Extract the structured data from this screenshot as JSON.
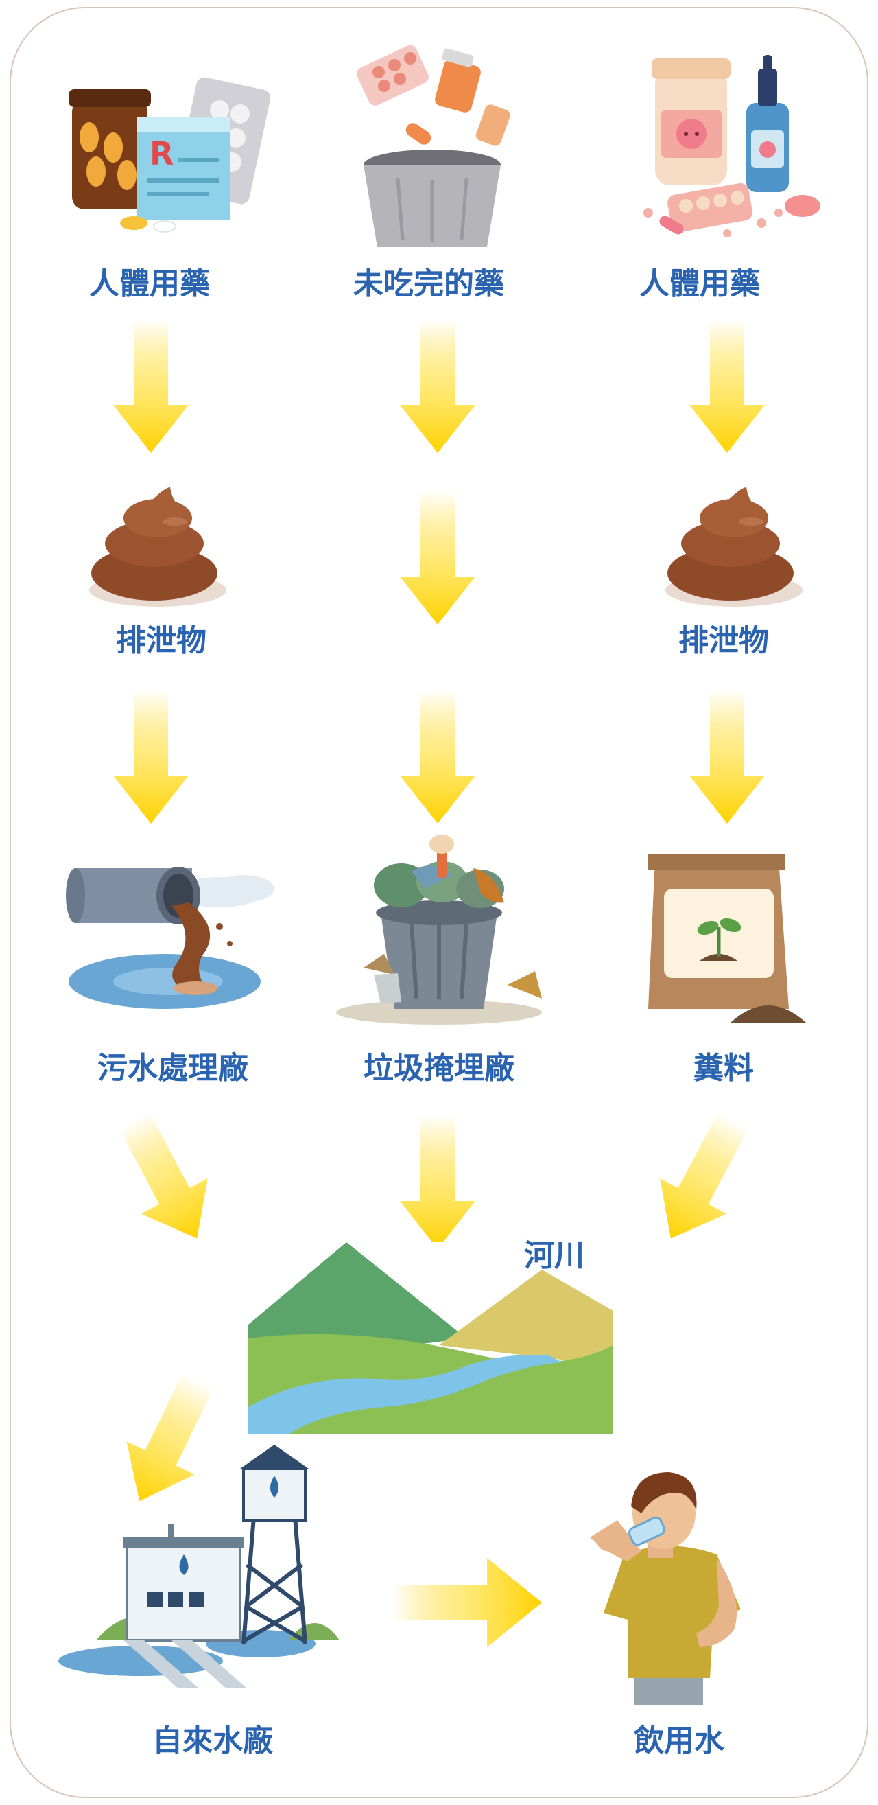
{
  "colors": {
    "label": "#2a63b0",
    "arrow": "#ffd200",
    "frame": "#d9c5b8"
  },
  "nodes": {
    "human_medicine_left": "人體用藥",
    "unused_medicine": "未吃完的藥",
    "human_medicine_right": "人體用藥",
    "excrement_left": "排泄物",
    "excrement_right": "排泄物",
    "sewage_plant": "污水處理廠",
    "landfill": "垃圾掩埋廠",
    "manure": "糞料",
    "river": "河川",
    "water_plant": "自來水廠",
    "drinking_water": "飲用水"
  },
  "icons": [
    "medicine-bottles-icon",
    "trash-can-medicine-icon",
    "veterinary-medicine-icon",
    "poop-icon",
    "sewage-pipe-icon",
    "garbage-bin-icon",
    "fertilizer-bag-icon",
    "river-mountains-icon",
    "water-treatment-plant-icon",
    "person-drinking-icon"
  ]
}
